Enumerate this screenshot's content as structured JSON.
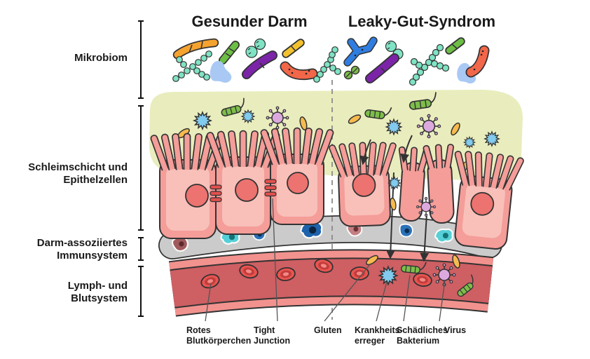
{
  "titles": {
    "healthy": "Gesunder Darm",
    "leaky": "Leaky-Gut-Syndrom"
  },
  "layer_labels": {
    "mikrobiom": "Mikrobiom",
    "schleim1": "Schleimschicht und",
    "schleim2": "Epithelzellen",
    "immun1": "Darm-assoziiertes",
    "immun2": "Immunsystem",
    "blut1": "Lymph- und",
    "blut2": "Blutsystem"
  },
  "callouts": {
    "rbc1": "Rotes",
    "rbc2": "Blutkörperchen",
    "tj1": "Tight",
    "tj2": "Junction",
    "gluten": "Gluten",
    "patho1": "Krankheits-",
    "patho2": "erreger",
    "bact1": "Schädliches",
    "bact2": "Bakterium",
    "virus": "Virus"
  },
  "colors": {
    "text": "#1A1A1A",
    "outline": "#333333",
    "mucus": "#E9EDBD",
    "cell": "#F49D99",
    "cell-inner": "#F8C0B9",
    "nucleus": "#EC7370",
    "band": "#CBCBCB",
    "vessel-wall": "#F2928E",
    "blood": "#CE5F63",
    "rbc": "#EA5450",
    "rbc-ring": "#C23C3C",
    "rbc-core": "#F28984",
    "gluten": "#F7BA4F",
    "pathogen": "#82CBEE",
    "germ-green": "#7DBE4A",
    "virus": "#DCA9DE",
    "tight-junction": "#E4504E",
    "immune-teal": "#55D0D6",
    "immune-blue": "#2B72B8",
    "immune-darkblue": "#1E63AC",
    "immune-maroon": "#A05A5C",
    "immune-rose": "#C47F82",
    "microbe-mint": "#7FE3C4",
    "microbe-orange": "#F5A32E",
    "microbe-yellow": "#F2C12E",
    "microbe-purple": "#7B24A8",
    "microbe-blue": "#2F7DE0",
    "microbe-lightblue": "#A9C9F4",
    "microbe-red": "#F26749",
    "microbe-green": "#6DBE45",
    "divider": "#8A8A8A",
    "leader": "#555555"
  }
}
